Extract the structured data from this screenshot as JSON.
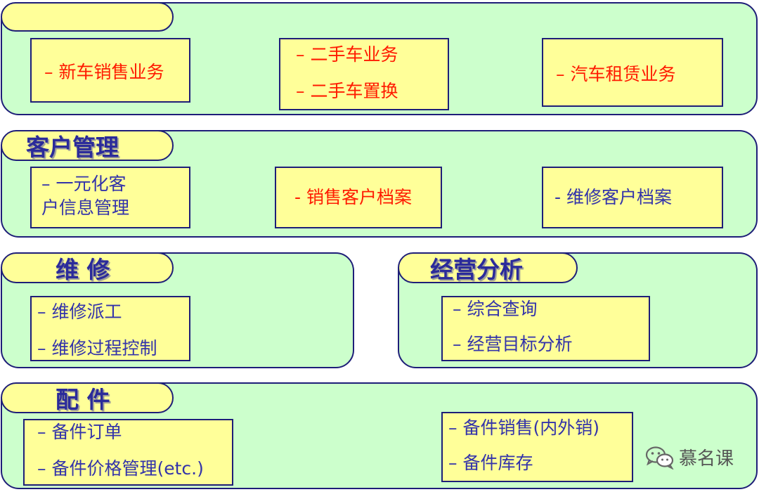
{
  "sections": {
    "business": {
      "title": "",
      "items": [
        {
          "lines": [
            "– 新车销售业务"
          ]
        },
        {
          "lines": [
            "– 二手车业务",
            "– 二手车置换"
          ]
        },
        {
          "lines": [
            "– 汽车租赁业务"
          ]
        }
      ]
    },
    "customer": {
      "title": "客户管理",
      "items": [
        {
          "lines": [
            "– 一元化客",
            "户信息管理"
          ]
        },
        {
          "lines": [
            "- 销售客户档案"
          ]
        },
        {
          "lines": [
            "- 维修客户档案"
          ]
        }
      ]
    },
    "repair": {
      "title": "维 修",
      "items": [
        {
          "lines": [
            "– 维修派工",
            "– 维修过程控制"
          ]
        }
      ]
    },
    "analysis": {
      "title": "经营分析",
      "items": [
        {
          "lines": [
            "– 综合查询",
            "– 经营目标分析"
          ]
        }
      ]
    },
    "parts": {
      "title": "配 件",
      "items": [
        {
          "lines": [
            "– 备件订单",
            "– 备件价格管理(etc.)"
          ]
        },
        {
          "lines": [
            "– 备件销售(内外销)",
            "– 备件库存"
          ]
        }
      ]
    }
  },
  "watermark": {
    "text": "慕名课",
    "icon": "wechat-icon"
  },
  "colors": {
    "section_fill": "#ccffcc",
    "box_fill": "#ffff99",
    "border": "#1e1e78",
    "red_text": "#ff1a00",
    "blue_text": "#3333aa"
  }
}
